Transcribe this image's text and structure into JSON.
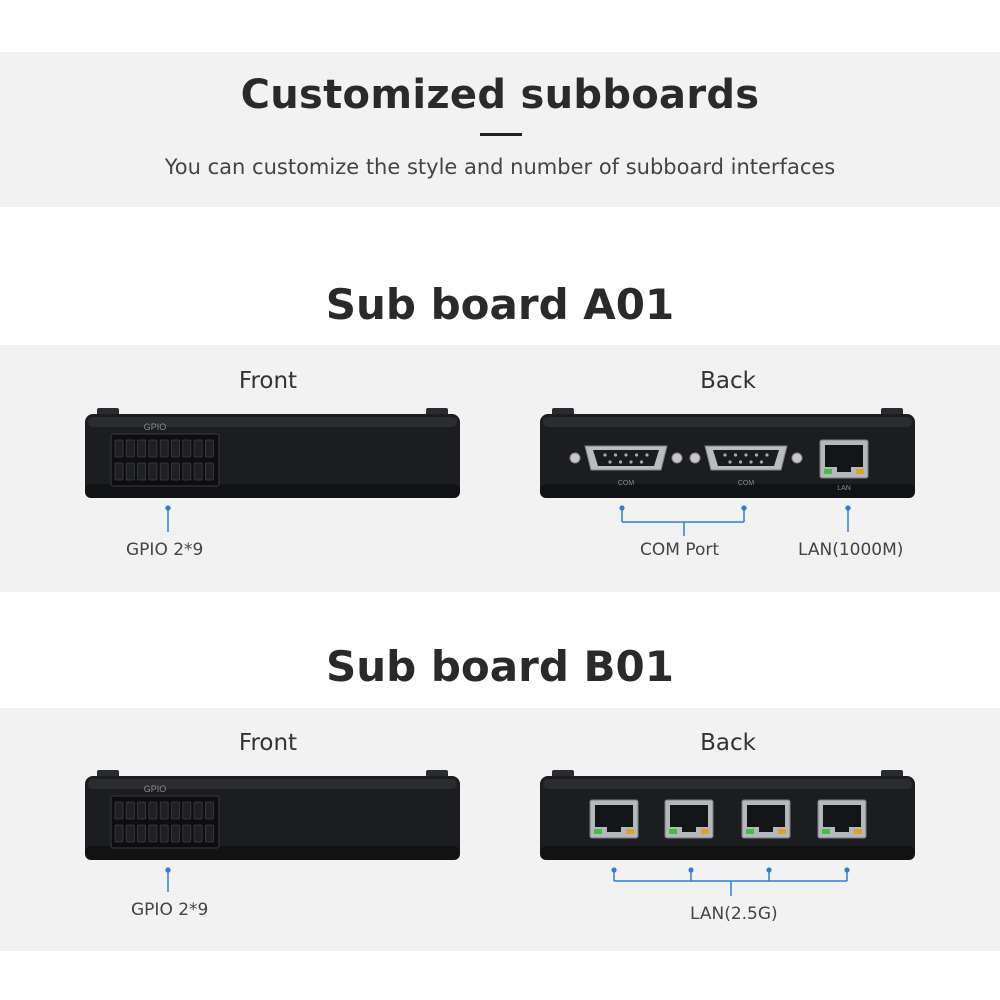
{
  "header": {
    "title": "Customized subboards",
    "subtitle": "You can customize the style and number of subboard interfaces"
  },
  "sections": [
    {
      "title": "Sub board A01",
      "front_label": "Front",
      "back_label": "Back",
      "front_silk": "GPIO",
      "back_silk": [
        "COM",
        "COM",
        "LAN"
      ],
      "annotations": {
        "gpio": "GPIO 2*9",
        "com": "COM Port",
        "lan": "LAN(1000M)"
      }
    },
    {
      "title": "Sub board B01",
      "front_label": "Front",
      "back_label": "Back",
      "front_silk": "GPIO",
      "annotations": {
        "gpio": "GPIO 2*9",
        "lan": "LAN(2.5G)"
      }
    }
  ],
  "colors": {
    "band": "#f2f2f2",
    "device_body": "#1c1d20",
    "leader_line": "#2f7fd8",
    "led_green": "#3cc23c",
    "led_amber": "#e0a020"
  }
}
